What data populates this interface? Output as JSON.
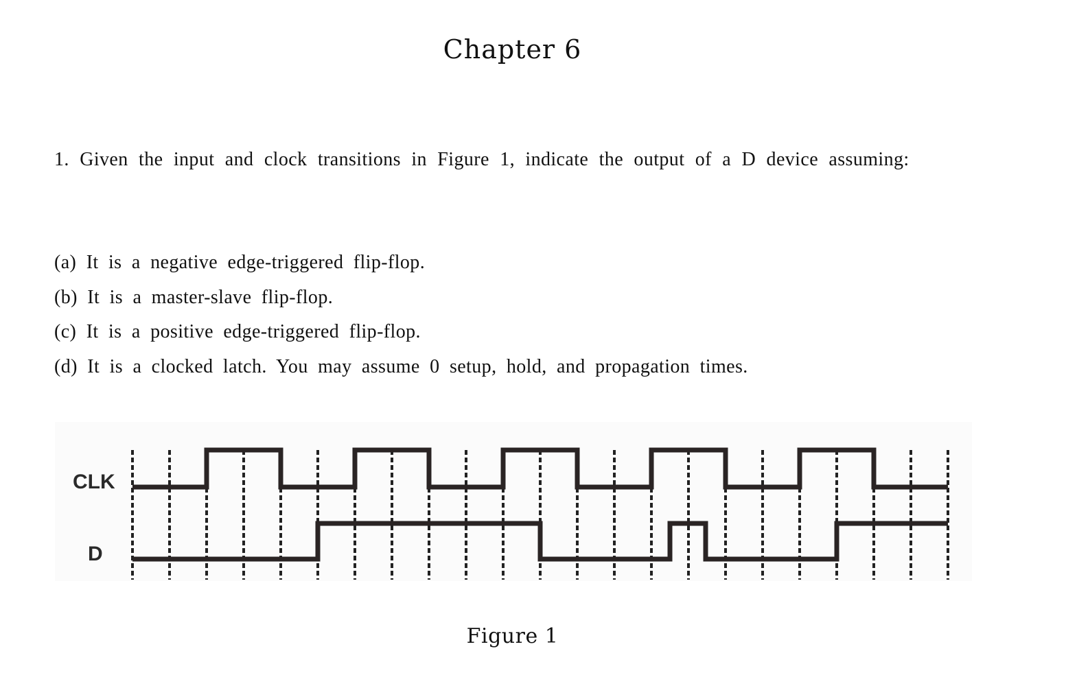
{
  "document": {
    "title": "Chapter 6",
    "question": {
      "text": "1. Given the input and clock transitions in Figure 1, indicate the output of a D device assuming:"
    },
    "options": [
      {
        "label": "(a)",
        "text": "It is a negative edge-triggered flip-flop."
      },
      {
        "label": "(b)",
        "text": "It is a master-slave flip-flop."
      },
      {
        "label": "(c)",
        "text": "It is a positive edge-triggered flip-flop."
      },
      {
        "label": "(d)",
        "text": "It is a clocked latch. You may assume 0 setup, hold, and propagation times."
      }
    ],
    "figure": {
      "caption": "Figure 1",
      "signals": [
        {
          "name": "CLK",
          "levels": [
            0,
            0,
            1,
            1,
            0,
            0,
            1,
            1,
            0,
            0,
            1,
            1,
            0,
            0,
            1,
            1,
            0,
            0,
            1,
            1,
            0,
            0
          ]
        },
        {
          "name": "D",
          "levels": [
            0,
            0,
            0,
            0,
            0,
            1,
            1,
            1,
            1,
            1,
            1,
            0,
            0,
            0,
            0.5,
            0,
            0,
            0,
            0,
            1,
            1,
            1
          ]
        }
      ],
      "grid_intervals": 22
    },
    "colors": {
      "ink": "#111111",
      "waveform": "#2a2424",
      "background": "#ffffff"
    }
  }
}
